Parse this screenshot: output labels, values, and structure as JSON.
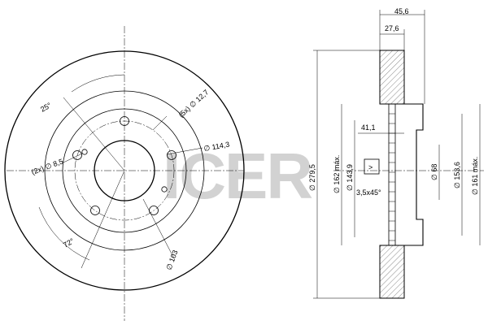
{
  "watermark": {
    "text": "ICER"
  },
  "front_view": {
    "angle_top": "25°",
    "bolt_holes": "(5x) ∅ 12,7",
    "pilot_holes": "(2x) ∅ 8,5",
    "pcd": "∅ 114,3",
    "angle_bottom": "72°",
    "hub_bore": "∅ 103"
  },
  "section_view": {
    "overall_width": "45,6",
    "hat_depth": "27,6",
    "offset": "41,1",
    "outer_diameter": "∅ 279,5",
    "inner_max": "∅ 162 máx.",
    "hat_diameter": "∅ 143,9",
    "chamfer": "3,5x45°",
    "center_bore": "∅ 68",
    "hub_diameter": "∅ 153,6",
    "max_hub": "∅ 161 máx.",
    "arrow_label": ">"
  },
  "colors": {
    "watermark": "#d2d2d2",
    "hatch": "#555555",
    "line": "#000000"
  }
}
